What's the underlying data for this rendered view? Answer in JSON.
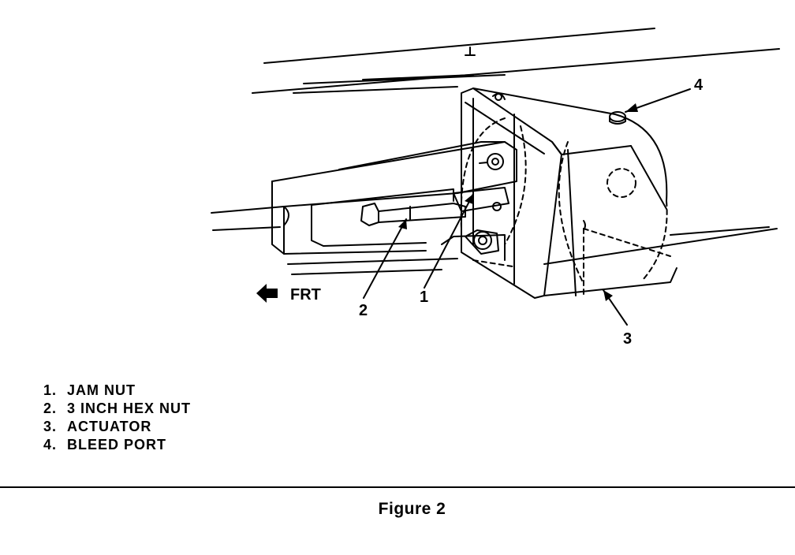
{
  "diagram": {
    "direction_label": "FRT",
    "icons": [
      "front-direction-arrow-icon",
      "bleed-port-icon",
      "jam-nut-icon",
      "hex-nut-icon",
      "actuator-icon",
      "frame-rail-icon"
    ],
    "callouts": [
      {
        "id": "1",
        "text": "1"
      },
      {
        "id": "2",
        "text": "2"
      },
      {
        "id": "3",
        "text": "3"
      },
      {
        "id": "4",
        "text": "4"
      }
    ]
  },
  "legend": {
    "items": [
      {
        "number": "1.",
        "label": "JAM NUT"
      },
      {
        "number": "2.",
        "label": "3 INCH HEX NUT"
      },
      {
        "number": "3.",
        "label": "ACTUATOR"
      },
      {
        "number": "4.",
        "label": "BLEED PORT"
      }
    ]
  },
  "caption": "Figure 2"
}
